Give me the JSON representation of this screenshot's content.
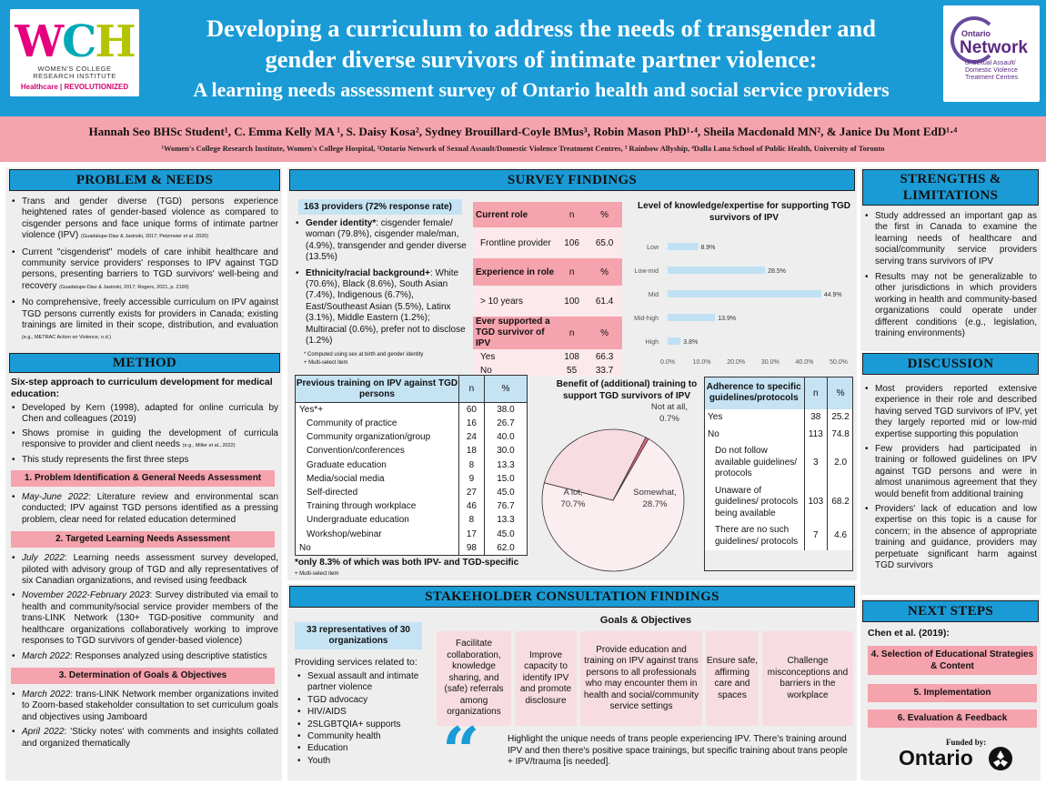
{
  "header": {
    "title_line1": "Developing a curriculum to address the needs of transgender and",
    "title_line2": "gender diverse survivors of intimate partner violence:",
    "title_line3": "A learning needs assessment survey of Ontario health and social service providers",
    "left_logo": {
      "letters_w": "W",
      "letters_c": "C",
      "letters_h": "H",
      "line1": "WOMEN'S COLLEGE",
      "line2": "RESEARCH INSTITUTE",
      "tagline": "Healthcare | REVOLUTIONIZED"
    },
    "right_logo": {
      "line1": "Ontario",
      "line2": "Network",
      "line3": "of Sexual Assault/",
      "line4": "Domestic Violence",
      "line5": "Treatment Centres"
    }
  },
  "authors": {
    "line": "Hannah Seo BHSc Student¹, C. Emma Kelly MA ¹, S. Daisy Kosa², Sydney Brouillard-Coyle BMus³, Robin Mason PhD¹·⁴, Sheila Macdonald MN², & Janice Du Mont EdD¹·⁴",
    "affiliations": "¹Women's College Research Institute, Women's College Hospital, ²Ontario Network of Sexual Assault/Domestic Violence Treatment Centres, ³ Rainbow Allyship, ⁴Dalla Lana School of Public Health, University of Toronto"
  },
  "problem": {
    "heading": "PROBLEM & NEEDS",
    "b1": "Trans and gender diverse (TGD) persons experience heightened rates of gender-based violence as compared to cisgender persons and face unique forms of intimate partner violence (IPV)",
    "b1_cite": "(Guadalupe-Diaz & Jasinski, 2017; Petzmeier et al. 2020)",
    "b2": "Current \"cisgenderist\" models of care inhibit healthcare and community service providers' responses to IPV against TGD persons, presenting barriers to TGD survivors' well-being and recovery",
    "b2_cite": "(Guadalupe-Diaz & Jasinski, 2017; Rogers, 2021, p. 2190)",
    "b3": "No comprehensive, freely accessible curriculum on IPV against TGD persons currently exists for providers in Canada; existing trainings are limited in their scope, distribution, and evaluation",
    "b3_cite": "(e.g., METRAC Action on Violence, n.d.)"
  },
  "method": {
    "heading": "METHOD",
    "intro": "Six-step approach to curriculum development for medical education:",
    "b1": "Developed by Kern (1998), adapted for online curricula by Chen and colleagues (2019)",
    "b2": "Shows promise in guiding the development of curricula responsive to provider and client needs",
    "b2_cite": "(e.g., Miller et al., 2022)",
    "b3": "This study represents the first three steps",
    "step1": "1. Problem Identification & General Needs Assessment",
    "step1_b1_date": "May-June 2022",
    "step1_b1": ": Literature review and environmental scan conducted; IPV against TGD persons identified as a pressing problem, clear need for related education determined",
    "step2": "2. Targeted Learning Needs Assessment",
    "step2_b1_date": "July 2022",
    "step2_b1": ": Learning needs assessment survey developed, piloted with advisory group of TGD and ally representatives of six Canadian organizations, and revised using feedback",
    "step2_b2_date": "November 2022-February 2023",
    "step2_b2": ": Survey distributed via email to health and community/social service provider members of the trans-LINK Network (130+ TGD-positive community and healthcare organizations collaboratively working to improve responses to TGD survivors of gender-based violence)",
    "step2_b3_date": "March 2022",
    "step2_b3": ": Responses analyzed using descriptive statistics",
    "step3": "3. Determination of Goals & Objectives",
    "step3_b1_date": "March 2022",
    "step3_b1": ": trans-LINK Network member organizations invited to Zoom-based stakeholder consultation to set curriculum goals and objectives using Jamboard",
    "step3_b2_date": "April 2022",
    "step3_b2": ": 'Sticky notes' with comments and insights collated and organized thematically"
  },
  "survey": {
    "heading": "SURVEY FINDINGS",
    "providers": "163 providers (72% response rate)",
    "gender_label": "Gender identity*",
    "gender_text": ": cisgender female/ woman (79.8%), cisgender male/man, (4.9%), transgender and gender diverse (13.5%)",
    "eth_label": "Ethnicity/racial background+",
    "eth_text": ": White (70.6%), Black (8.6%), South Asian (7.4%), Indigenous (6.7%), East/Southeast Asian (5.5%), Latinx (3.1%), Middle Eastern (1.2%); Multiracial (0.6%), prefer not to disclose (1.2%)",
    "note1": "* Computed using sex at birth and gender identity",
    "note2": "+ Multi-select item",
    "role_table": {
      "h1": "Current role",
      "n": "n",
      "pct": "%",
      "r1": [
        "Frontline provider",
        "106",
        "65.0"
      ],
      "h2": "Experience in role",
      "r2": [
        "> 10 years",
        "100",
        "61.4"
      ],
      "h3": "Ever supported a TGD survivor of IPV",
      "r3": [
        "Yes",
        "108",
        "66.3"
      ],
      "r4": [
        "No",
        "55",
        "33.7"
      ]
    },
    "training_table": {
      "title": "Previous training on IPV against TGD persons",
      "n": "n",
      "pct": "%",
      "rows": [
        [
          "Yes*+",
          "60",
          "38.0"
        ],
        [
          "Community of practice",
          "16",
          "26.7"
        ],
        [
          "Community organization/group",
          "24",
          "40.0"
        ],
        [
          "Convention/conferences",
          "18",
          "30.0"
        ],
        [
          "Graduate education",
          "8",
          "13.3"
        ],
        [
          "Media/social media",
          "9",
          "15.0"
        ],
        [
          "Self-directed",
          "27",
          "45.0"
        ],
        [
          "Training through workplace",
          "46",
          "76.7"
        ],
        [
          "Undergraduate education",
          "8",
          "13.3"
        ],
        [
          "Workshop/webinar",
          "17",
          "45.0"
        ],
        [
          "No",
          "98",
          "62.0"
        ]
      ],
      "note1": "*only 8.3% of which was both IPV- and TGD-specific",
      "note2": "+ Multi-select item"
    },
    "guidelines_table": {
      "title": "Adherence to specific guidelines/protocols",
      "n": "n",
      "pct": "%",
      "rows": [
        [
          "Yes",
          "38",
          "25.2"
        ],
        [
          "No",
          "113",
          "74.8"
        ],
        [
          "Do not follow available guidelines/ protocols",
          "3",
          "2.0"
        ],
        [
          "Unaware of guidelines/ protocols being available",
          "103",
          "68.2"
        ],
        [
          "There are no such guidelines/ protocols",
          "7",
          "4.6"
        ]
      ]
    }
  },
  "chart_data": [
    {
      "type": "bar",
      "orientation": "horizontal",
      "title": "Level of knowledge/expertise for supporting TGD survivors of IPV",
      "categories": [
        "Low",
        "Low-mid",
        "Mid",
        "Mid-high",
        "High"
      ],
      "values": [
        8.9,
        28.5,
        44.9,
        13.9,
        3.8
      ],
      "data_labels": [
        "8.9%",
        "28.5%",
        "44.9%",
        "13.9%",
        "3.8%"
      ],
      "xlim": [
        0,
        50
      ],
      "ticks": [
        "0.0%",
        "10.0%",
        "20.0%",
        "30.0%",
        "40.0%",
        "50.0%"
      ],
      "color": "#bfe1f3"
    },
    {
      "type": "pie",
      "title": "Benefit of (additional) training to support TGD survivors of IPV",
      "categories": [
        "A lot,",
        "Somewhat,",
        "Not at all,"
      ],
      "values": [
        70.7,
        28.7,
        0.7
      ],
      "value_labels": [
        "70.7%",
        "28.7%",
        "0.7%"
      ],
      "colors": [
        "#fbeef0",
        "#f7dde1",
        "#e8697c"
      ]
    }
  ],
  "stakeholder": {
    "heading": "STAKEHOLDER CONSULTATION FINDINGS",
    "reps": "33 representatives of 30 organizations",
    "services_intro": "Providing services related to:",
    "services": [
      "Sexual assault and intimate partner violence",
      "TGD advocacy",
      "HIV/AIDS",
      "2SLGBTQIA+ supports",
      "Community health",
      "Education",
      "Youth"
    ],
    "goals_heading": "Goals & Objectives",
    "goals": [
      "Facilitate collaboration, knowledge sharing, and (safe) referrals among organizations",
      "Improve capacity to identify IPV and promote disclosure",
      "Provide education and training on IPV against trans persons to all professionals who may encounter them in health and social/community service settings",
      "Ensure safe, affirming care and spaces",
      "Challenge misconceptions and barriers in the workplace"
    ],
    "quote_mark": "“",
    "quote": "Highlight the unique needs of trans people experiencing IPV. There's training around IPV and then there's positive space trainings, but specific training about trans people + IPV/trauma [is needed]."
  },
  "strengths": {
    "heading_line1": "STRENGTHS &",
    "heading_line2": "LIMITATIONS",
    "b1": "Study addressed an important gap as the first in Canada to examine the learning needs of healthcare and social/community service providers serving trans survivors of IPV",
    "b2": "Results may not be generalizable to other jurisdictions in which providers working in health and community-based organizations could operate under different conditions (e.g., legislation, training environments)"
  },
  "discussion": {
    "heading": "DISCUSSION",
    "b1": "Most providers reported extensive experience in their role and described having served TGD survivors of IPV, yet they largely reported mid or low-mid expertise supporting this population",
    "b2": "Few providers had participated in training or followed guidelines on IPV against TGD persons and were in almost unanimous agreement that they would benefit from additional training",
    "b3": "Providers' lack of education and low expertise on this topic is a cause for concern; in the absence of appropriate training and guidance, providers may perpetuate significant harm against TGD survivors"
  },
  "next_steps": {
    "heading": "NEXT STEPS",
    "intro": "Chen et al. (2019):",
    "s4": "4. Selection of Educational Strategies & Content",
    "s5": "5. Implementation",
    "s6": "6. Evaluation & Feedback",
    "funded": "Funded by:",
    "ontario": "Ontario"
  }
}
